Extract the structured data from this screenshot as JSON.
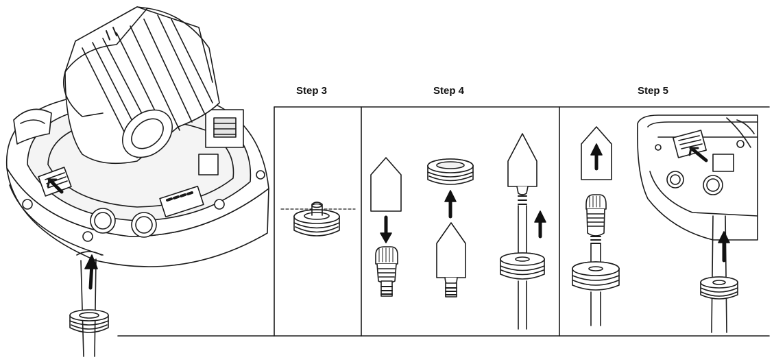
{
  "figure": {
    "steps": [
      {
        "id": "step3",
        "label": "Step 3"
      },
      {
        "id": "step4",
        "label": "Step 4"
      },
      {
        "id": "step5",
        "label": "Step 5"
      }
    ],
    "colors": {
      "line": "#1a1a1a",
      "fill": "#ffffff",
      "shade": "#d9d9d9",
      "dark": "#222222"
    }
  }
}
